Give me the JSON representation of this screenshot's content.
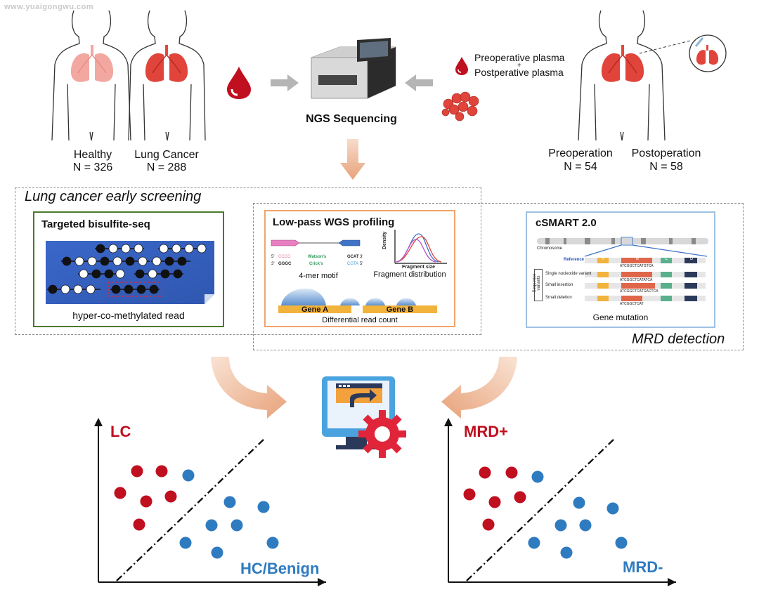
{
  "watermark": "www.yuaigongwu.com",
  "top": {
    "healthy_label": "Healthy",
    "healthy_n": "N = 326",
    "cancer_label": "Lung Cancer",
    "cancer_n": "N = 288",
    "ngs_label": "NGS Sequencing",
    "plasma_line1": "Preoperative plasma",
    "plasma_plus": "+",
    "plasma_line2": "Postperative plasma",
    "preop_label": "Preoperation",
    "preop_n": "N = 54",
    "postop_label": "Postoperation",
    "postop_n": "N = 58"
  },
  "sections": {
    "screening_title": "Lung cancer early screening",
    "mrd_title": "MRD detection"
  },
  "panel_bisulfite": {
    "title": "Targeted bisulfite-seq",
    "caption": "hyper-co-methylated read"
  },
  "panel_wgs": {
    "title": "Low-pass WGS profiling",
    "motif_5": "5'",
    "motif_3": "3'",
    "motif_cccg": "CCCG",
    "motif_gggc": "GGGC",
    "watson": "Watson's",
    "crick": "Crick's",
    "gcat": "GCAT",
    "cgta": "CGTA",
    "motif_end5": "5'",
    "motif_end3": "3'",
    "density_label": "Density",
    "fragment_size_label": "Fragment size",
    "motif_caption": "4-mer motif",
    "fragment_caption": "Fragment distribution",
    "gene_a": "Gene A",
    "gene_b": "Gene B",
    "read_count_caption": "Differential read count"
  },
  "panel_csmart": {
    "title": "cSMART 2.0",
    "chromosome_label": "Chromosome",
    "reference_label": "Reference",
    "snv_label": "Single nucleotide variant",
    "insertion_label": "Small insertion",
    "deletion_label": "Small deletion",
    "seq_variants_label": "Sequence variants",
    "seg_a": "A",
    "seg_b": "B",
    "seg_c": "C",
    "seg_d": "D",
    "seq_ref": "ATCGGCTCATGTCA",
    "seq_snv": "ATCGGCTCATATCA",
    "seq_ins": "ATCGGCTCATGACTCA",
    "seq_del": "ATCGGCTCAT",
    "caption": "Gene mutation"
  },
  "plot_left": {
    "pos_label": "LC",
    "neg_label": "HC/Benign"
  },
  "plot_right": {
    "pos_label": "MRD+",
    "neg_label": "MRD-"
  },
  "colors": {
    "red": "#c00f1f",
    "blue": "#2f7bc0",
    "bisulfite_border": "#4a7a2e",
    "wgs_border": "#f0a46c",
    "csmart_border": "#9ec1e3",
    "arrow_peach": "#e8a27a",
    "lung_pink": "#f2a7a0"
  }
}
